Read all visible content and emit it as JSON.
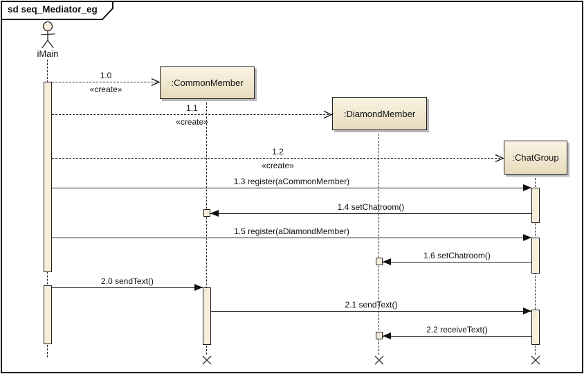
{
  "frame": {
    "title": "sd seq_Mediator_eg"
  },
  "actor": {
    "name": "iMain"
  },
  "objects": [
    {
      "name": ":CommonMember"
    },
    {
      "name": ":DiamondMember"
    },
    {
      "name": ":ChatGroup"
    }
  ],
  "messages": [
    {
      "num": "1.0",
      "stereotype": "«create»"
    },
    {
      "num": "1.1",
      "stereotype": "«create»"
    },
    {
      "num": "1.2",
      "stereotype": "«create»"
    },
    {
      "label": "1.3 register(aCommonMember)"
    },
    {
      "label": "1.4 setChatroom()"
    },
    {
      "label": "1.5 register(aDiamondMember)"
    },
    {
      "label": "1.6 setChatroom()"
    },
    {
      "label": "2.0 sendText()"
    },
    {
      "label": "2.1 sendText()"
    },
    {
      "label": "2.2 receiveText()"
    }
  ],
  "colors": {
    "box_fill_top": "#faf4e3",
    "box_fill_bottom": "#e8dbbd",
    "activation_fill": "#f6eeda",
    "line": "#161616",
    "shadow": "#b9b9b9",
    "background": "#ffffff"
  }
}
